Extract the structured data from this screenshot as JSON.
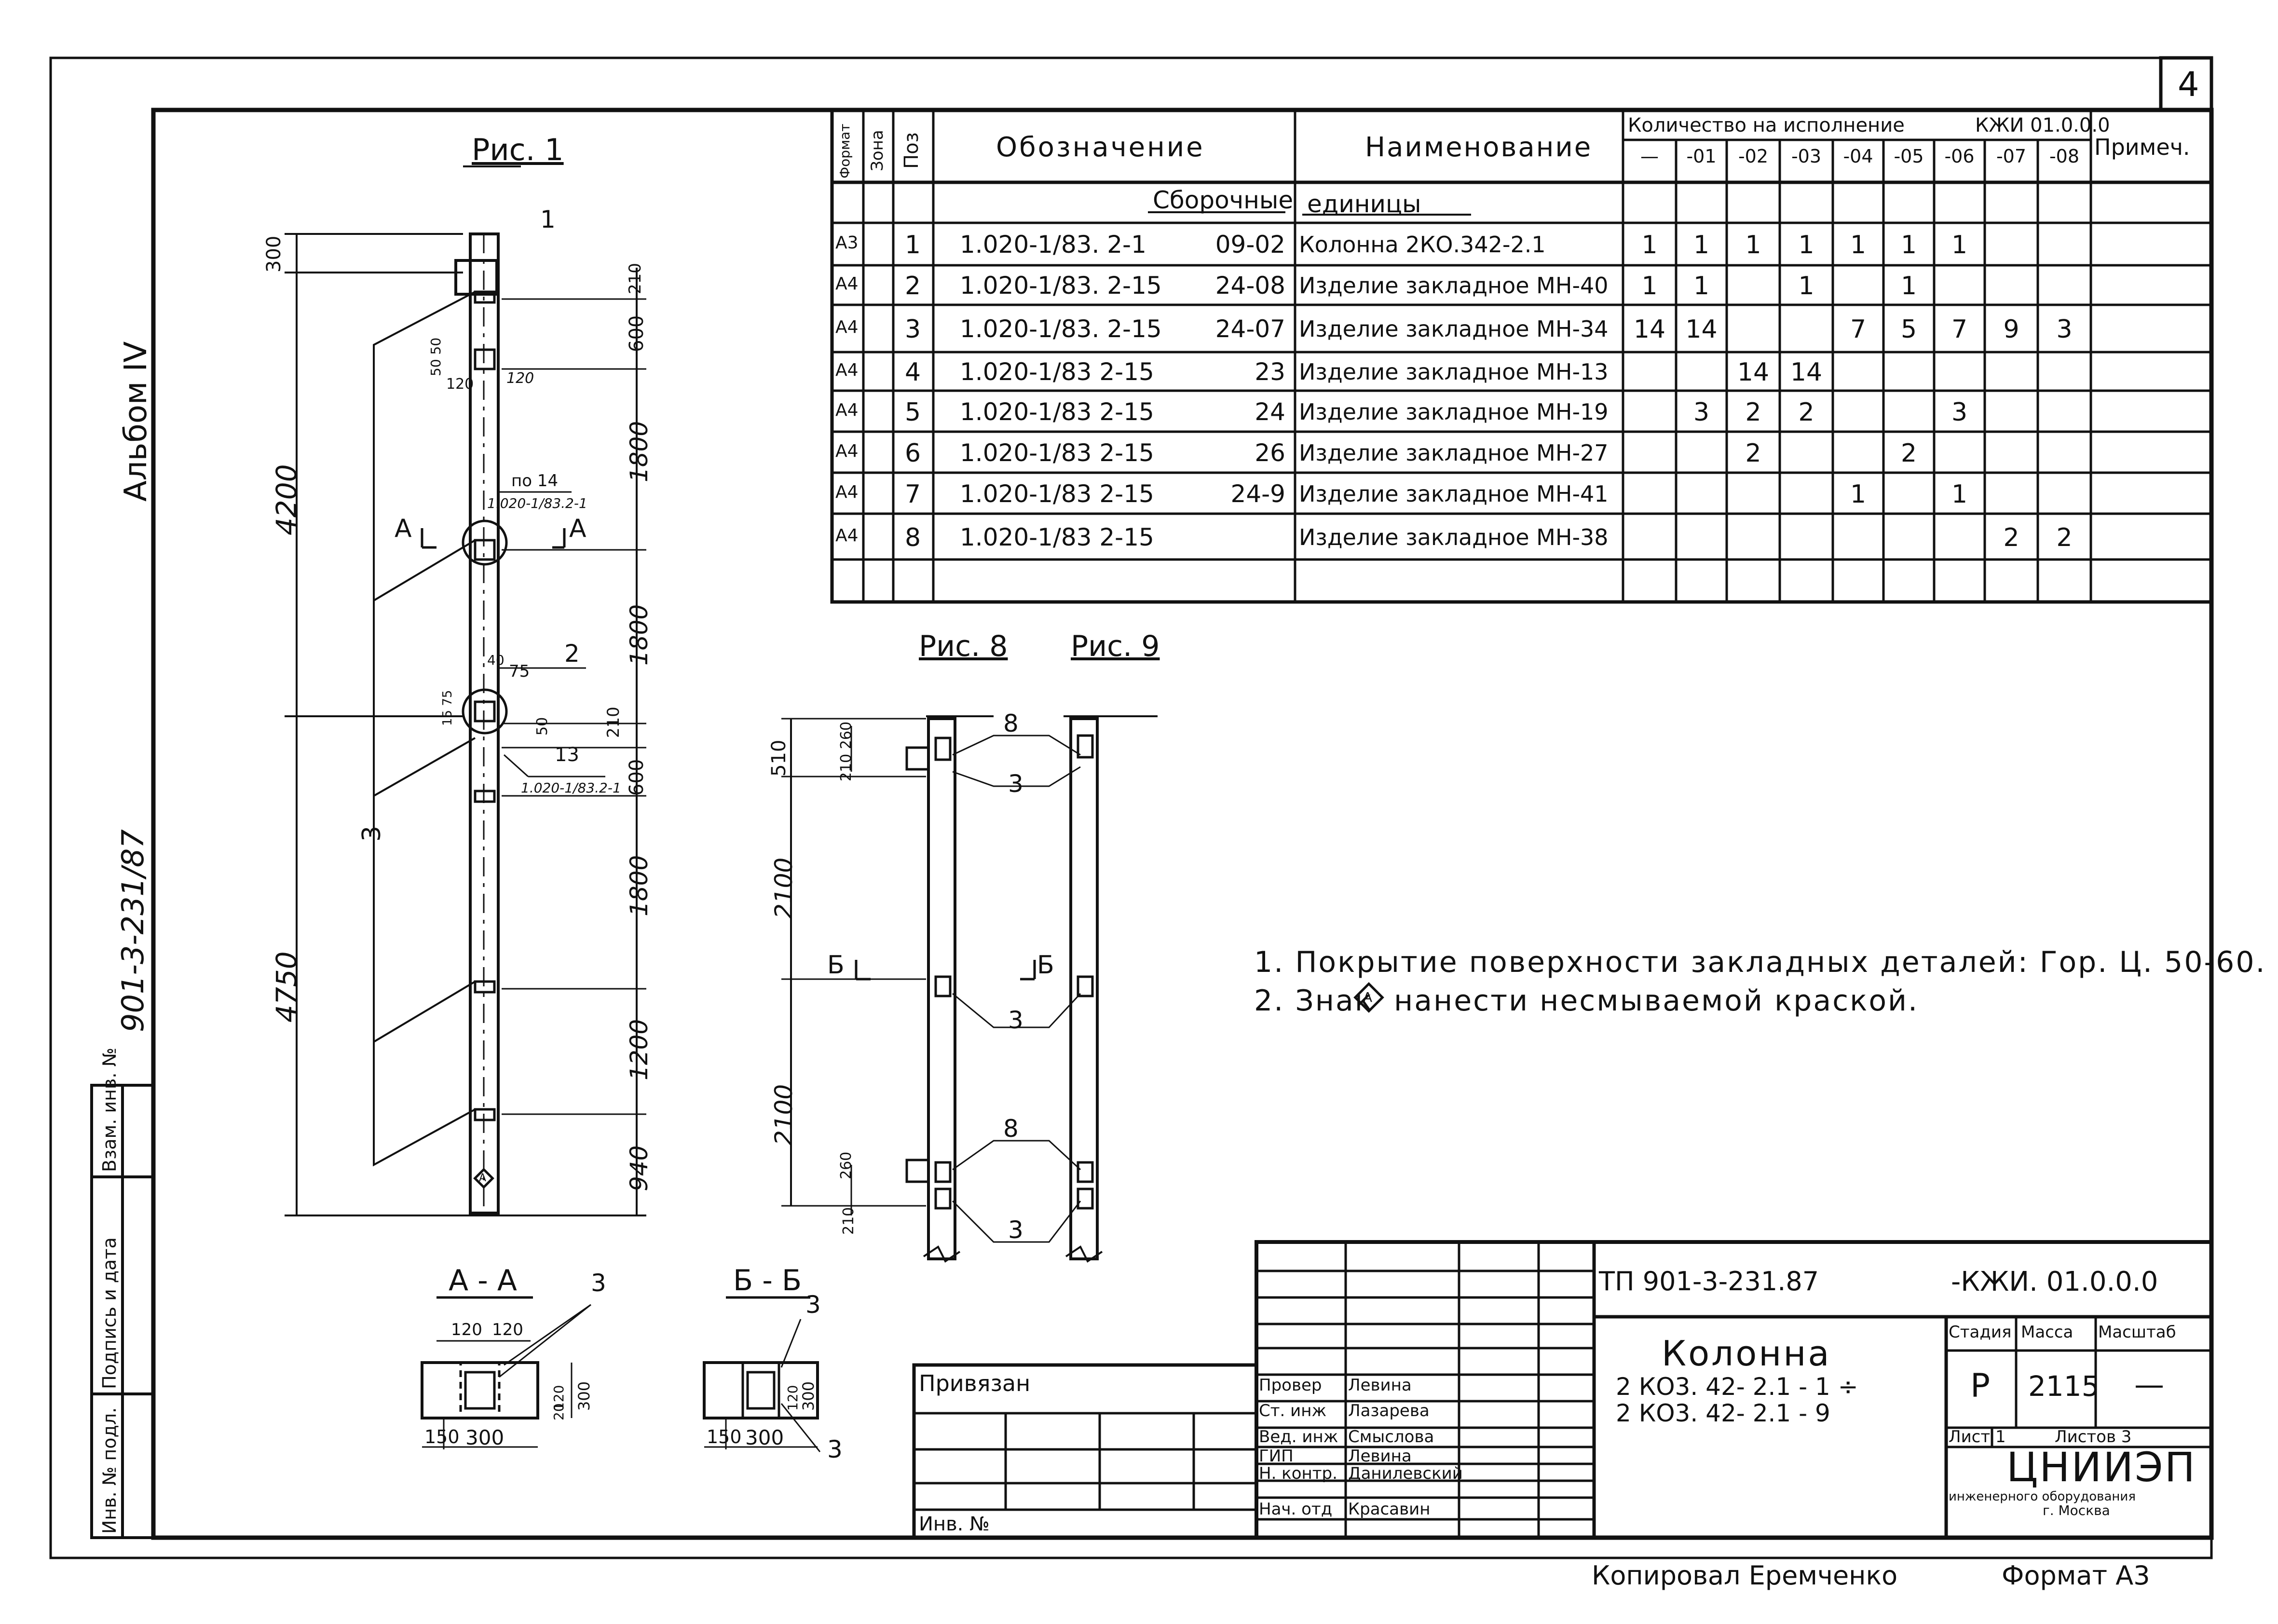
{
  "sheet_number": "4",
  "album": "Альбом IV",
  "album_code": "901-3-231/87",
  "side_stamp": {
    "cells": [
      "Инв. № подл.",
      "Подпись и дата",
      "Взам. инв. №"
    ]
  },
  "fig1": {
    "title": "Рис. 1",
    "dims": {
      "top": "300",
      "total_upper": "4200",
      "total_lower": "4750",
      "d_1800a": "1800",
      "d_1800b": "1800",
      "d_600": "600",
      "d_1800c": "1800",
      "d_1200": "1200",
      "d_940": "940",
      "d_210a": "210",
      "d_600b": "600",
      "d_210b": "210",
      "d_5050": "50 50",
      "d_120a": "120",
      "d_120b": "120",
      "d_40": "40",
      "d_75": "75",
      "d_1575": "15 75",
      "d_50": "50"
    },
    "labels": {
      "pos1": "1",
      "pos2": "2",
      "pos3": "3",
      "section_a_left": "А",
      "section_a_right": "А",
      "ref1_a": "по 14",
      "ref1_b": "1.020-1/83.2-1",
      "ref2_a": "13",
      "ref2_b": "1.020-1/83.2-1",
      "sign_a": "А"
    }
  },
  "fig8": {
    "title": "Рис. 8"
  },
  "fig9": {
    "title": "Рис. 9"
  },
  "fig89": {
    "dims": {
      "d_510": "510",
      "d_210260": "210 260",
      "d_2100a": "2100",
      "d_2100b": "2100",
      "d_260": "260",
      "d_210": "210"
    },
    "labels": {
      "p8a": "8",
      "p3a": "3",
      "p3b": "3",
      "p8b": "8",
      "p3c": "3",
      "b_left": "Б",
      "b_right": "Б"
    }
  },
  "section_aa": {
    "title": "А - А",
    "pos": "3",
    "d_120a": "120",
    "d_120b": "120",
    "d_150": "150",
    "d_300": "300",
    "d_120v": "120",
    "d_300v": "300",
    "d_20": "20"
  },
  "section_bb": {
    "title": "Б - Б",
    "pos_a": "3",
    "pos_b": "3",
    "d_150": "150",
    "d_300": "300",
    "d_300v": "300",
    "d_120v": "120"
  },
  "spec": {
    "headers": {
      "format": "Формат",
      "zone": "Зона",
      "pos": "Поз",
      "designation": "Обозначение",
      "name": "Наименование",
      "qty": "Количество на исполнение",
      "qty_code": "КЖИ 01.0.0.0",
      "note": "Примеч."
    },
    "variants": [
      "—",
      "-01",
      "-02",
      "-03",
      "-04",
      "-05",
      "-06",
      "-07",
      "-08"
    ],
    "section_a": "Сборочные",
    "section_b": "единицы",
    "rows": [
      {
        "fmt": "А3",
        "pos": "1",
        "des_a": "1.020-1/83. 2-1",
        "des_b": "09-02",
        "name": "Колонна  2КО.342-2.1",
        "q": [
          "1",
          "1",
          "1",
          "1",
          "1",
          "1",
          "1",
          "",
          ""
        ]
      },
      {
        "fmt": "А4",
        "pos": "2",
        "des_a": "1.020-1/83. 2-15",
        "des_b": "24-08",
        "name": "Изделие закладное МН-40",
        "q": [
          "1",
          "1",
          "",
          "1",
          "",
          "1",
          "",
          "",
          ""
        ]
      },
      {
        "fmt": "А4",
        "pos": "3",
        "des_a": "1.020-1/83. 2-15",
        "des_b": "24-07",
        "name": "Изделие закладное МН-34",
        "q": [
          "14",
          "14",
          "",
          "",
          "7",
          "5",
          "7",
          "9",
          "3"
        ]
      },
      {
        "fmt": "А4",
        "pos": "4",
        "des_a": "1.020-1/83  2-15",
        "des_b": "23",
        "name": "Изделие закладное МН-13",
        "q": [
          "",
          "",
          "14",
          "14",
          "",
          "",
          "",
          "",
          ""
        ]
      },
      {
        "fmt": "А4",
        "pos": "5",
        "des_a": "1.020-1/83  2-15",
        "des_b": "24",
        "name": "Изделие закладное МН-19",
        "q": [
          "",
          "3",
          "2",
          "2",
          "",
          "",
          "3",
          "",
          ""
        ]
      },
      {
        "fmt": "А4",
        "pos": "6",
        "des_a": "1.020-1/83  2-15",
        "des_b": "26",
        "name": "Изделие закладное МН-27",
        "q": [
          "",
          "",
          "2",
          "",
          "",
          "2",
          "",
          "",
          ""
        ]
      },
      {
        "fmt": "А4",
        "pos": "7",
        "des_a": "1.020-1/83  2-15",
        "des_b": "24-9",
        "name": "Изделие закладное МН-41",
        "q": [
          "",
          "",
          "",
          "",
          "1",
          "",
          "1",
          "",
          ""
        ]
      },
      {
        "fmt": "А4",
        "pos": "8",
        "des_a": "1.020-1/83  2-15",
        "des_b": "",
        "name": "Изделие закладное МН-38",
        "q": [
          "",
          "",
          "",
          "",
          "",
          "",
          "",
          "2",
          "2"
        ]
      }
    ]
  },
  "notes": [
    "1. Покрытие поверхности закладных деталей: Гор. Ц. 50-60.",
    "2. Знак",
    "нанести несмываемой краской."
  ],
  "notes_sign": "А",
  "privyazan": "Привязан",
  "inv_no": "Инв. №",
  "title_block": {
    "doc_code": "ТП 901-3-231.87",
    "doc_suffix": "-КЖИ. 01.0.0.0",
    "title": "Колонна",
    "subtitle_1": "2 КО3. 42- 2.1 - 1  ÷",
    "subtitle_2": "2 КО3. 42- 2.1 - 9",
    "stage_label": "Стадия",
    "mass_label": "Масса",
    "scale_label": "Масштаб",
    "stage": "Р",
    "mass": "2115",
    "scale": "—",
    "sheet_label": "Лист  1",
    "sheets_label": "Листов  3",
    "org": "ЦНИИЭП",
    "org_sub": "инженерного оборудования",
    "org_city": "г. Москва",
    "signers": [
      {
        "role": "Провер",
        "name": "Левина"
      },
      {
        "role": "Ст. инж",
        "name": "Лазарева"
      },
      {
        "role": "Вед. инж",
        "name": "Смыслова"
      },
      {
        "role": "ГИП",
        "name": "Левина"
      },
      {
        "role": "Н. контр.",
        "name": "Данилевский"
      },
      {
        "role": "Нач. отд",
        "name": "Красавин"
      }
    ]
  },
  "copied": "Копировал Еремченко",
  "format": "Формат  А3"
}
